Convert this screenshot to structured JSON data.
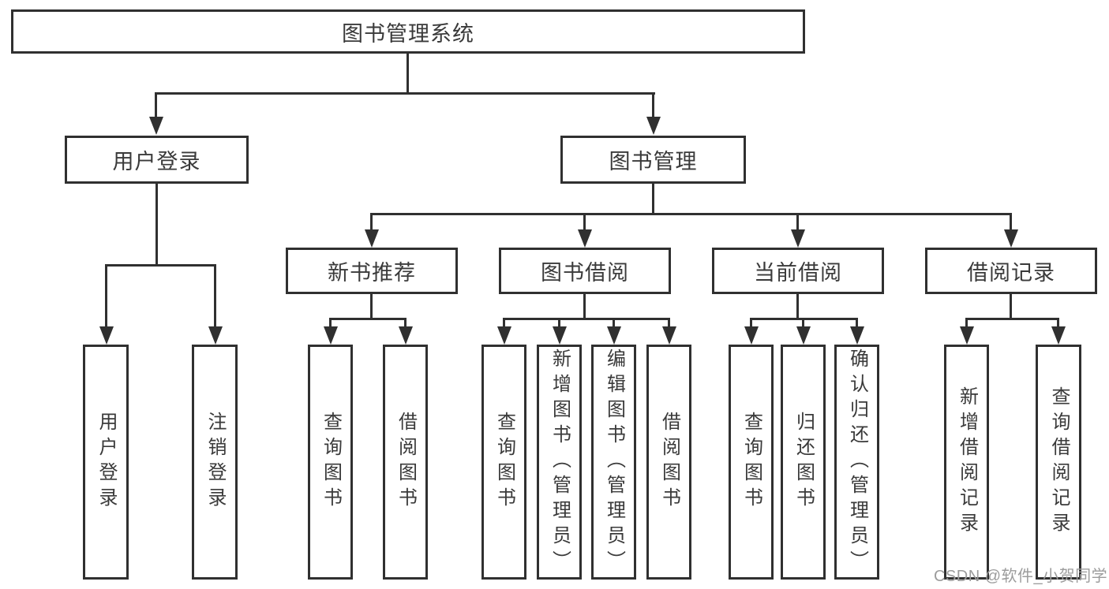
{
  "tree": {
    "root": "图书管理系统",
    "login": {
      "label": "用户登录",
      "leaves": [
        "用户登录",
        "注销登录"
      ]
    },
    "management": {
      "label": "图书管理",
      "sections": [
        {
          "label": "新书推荐",
          "leaves": [
            "查询图书",
            "借阅图书"
          ]
        },
        {
          "label": "图书借阅",
          "leaves": [
            "查询图书",
            "新增图书（管理员）",
            "编辑图书（管理员）",
            "借阅图书"
          ]
        },
        {
          "label": "当前借阅",
          "leaves": [
            "查询图书",
            "归还图书",
            "确认归还（管理员）"
          ]
        },
        {
          "label": "借阅记录",
          "leaves": [
            "新增借阅记录",
            "查询借阅记录"
          ]
        }
      ]
    }
  },
  "watermark": "CSDN @软件_小贺同学",
  "colors": {
    "line": "#303030",
    "text": "#3a3a3a",
    "watermark": "#9c9c9c",
    "background": "#ffffff"
  }
}
